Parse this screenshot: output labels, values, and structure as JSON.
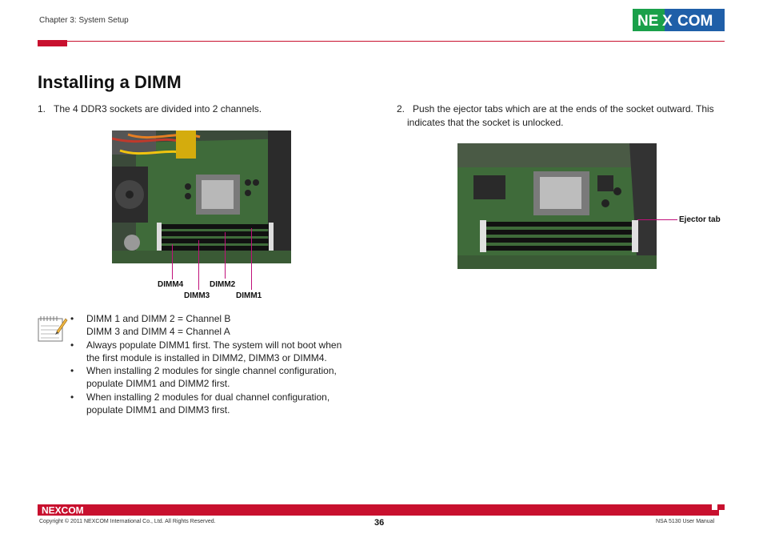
{
  "header": {
    "chapter": "Chapter 3: System Setup",
    "logo_text": "NEXCOM"
  },
  "title": "Installing a DIMM",
  "steps": [
    {
      "num": "1.",
      "text": "The 4 DDR3 sockets are divided into 2 channels."
    },
    {
      "num": "2.",
      "text_line1": "Push the ejector tabs which are at the ends of the socket outward. This",
      "text_line2": "indicates that the socket is unlocked."
    }
  ],
  "figure1": {
    "labels": [
      "DIMM4",
      "DIMM2",
      "DIMM3",
      "DIMM1"
    ]
  },
  "figure2": {
    "label": "Ejector tab"
  },
  "notes": [
    {
      "line1": "DIMM 1 and DIMM 2 = Channel B",
      "line2": "DIMM 3 and DIMM 4 = Channel A"
    },
    {
      "line1": "Always populate DIMM1 first. The system will not boot when",
      "line2": "the first module is installed in DIMM2, DIMM3 or DIMM4."
    },
    {
      "line1": "When installing 2 modules for single channel configuration,",
      "line2": "populate DIMM1 and DIMM2 first."
    },
    {
      "line1": "When installing 2 modules for dual channel configuration,",
      "line2": "populate DIMM1 and DIMM3 first."
    }
  ],
  "footer": {
    "logo_text": "NEXCOM",
    "copyright": "Copyright © 2011 NEXCOM International Co., Ltd. All Rights Reserved.",
    "page": "36",
    "manual": "NSA 5130 User Manual"
  },
  "colors": {
    "brand_red": "#c8102e",
    "brand_green": "#1aa04a",
    "brand_blue": "#1f5fa8",
    "leader": "#c0117a"
  }
}
